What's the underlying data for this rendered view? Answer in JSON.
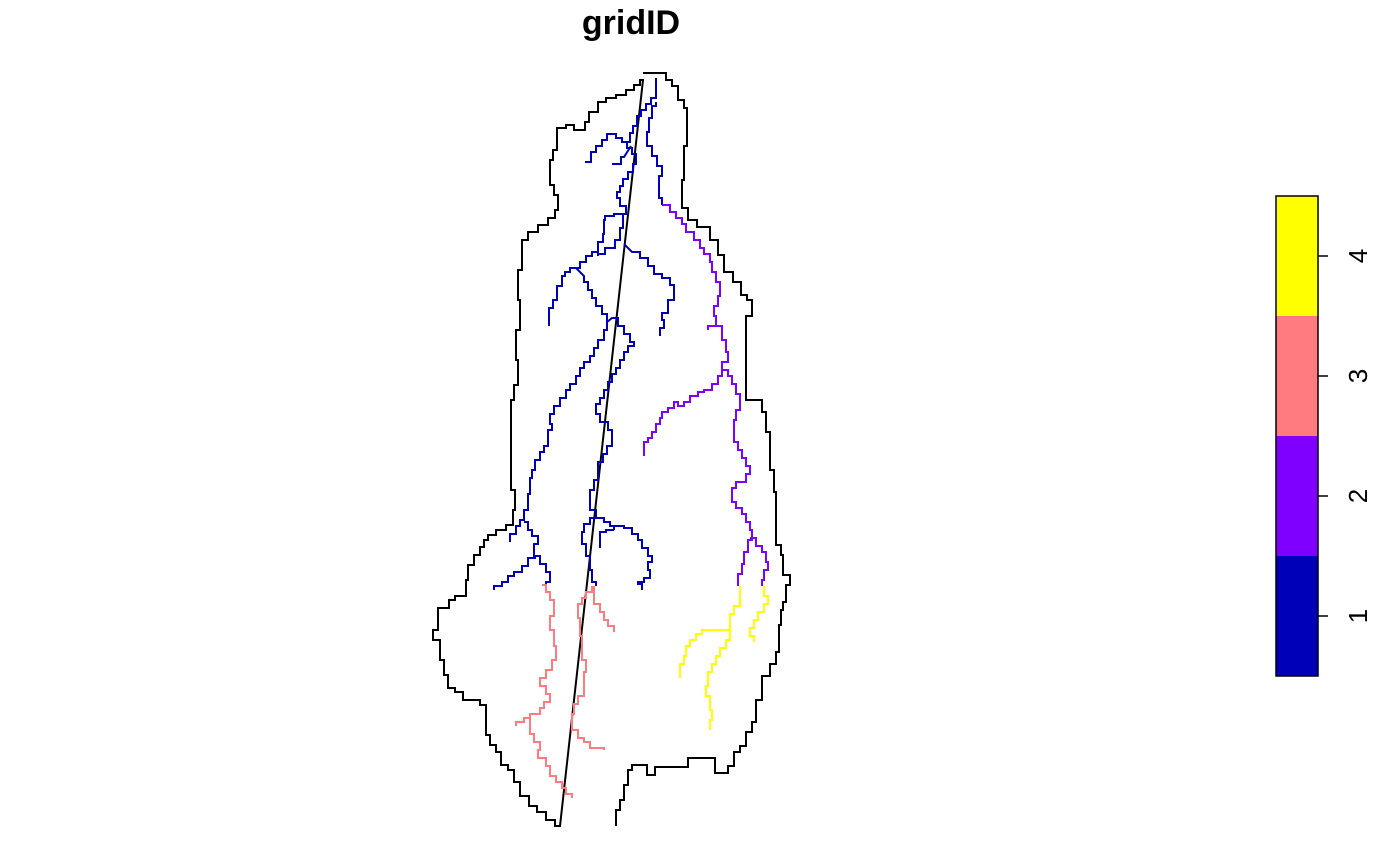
{
  "title": "gridID",
  "legend": {
    "classes": [
      {
        "value": "1",
        "color": "#0000B8"
      },
      {
        "value": "2",
        "color": "#8000FF"
      },
      {
        "value": "3",
        "color": "#FF7B80"
      },
      {
        "value": "4",
        "color": "#FFFF00"
      }
    ]
  },
  "boundary_color": "#000000"
}
